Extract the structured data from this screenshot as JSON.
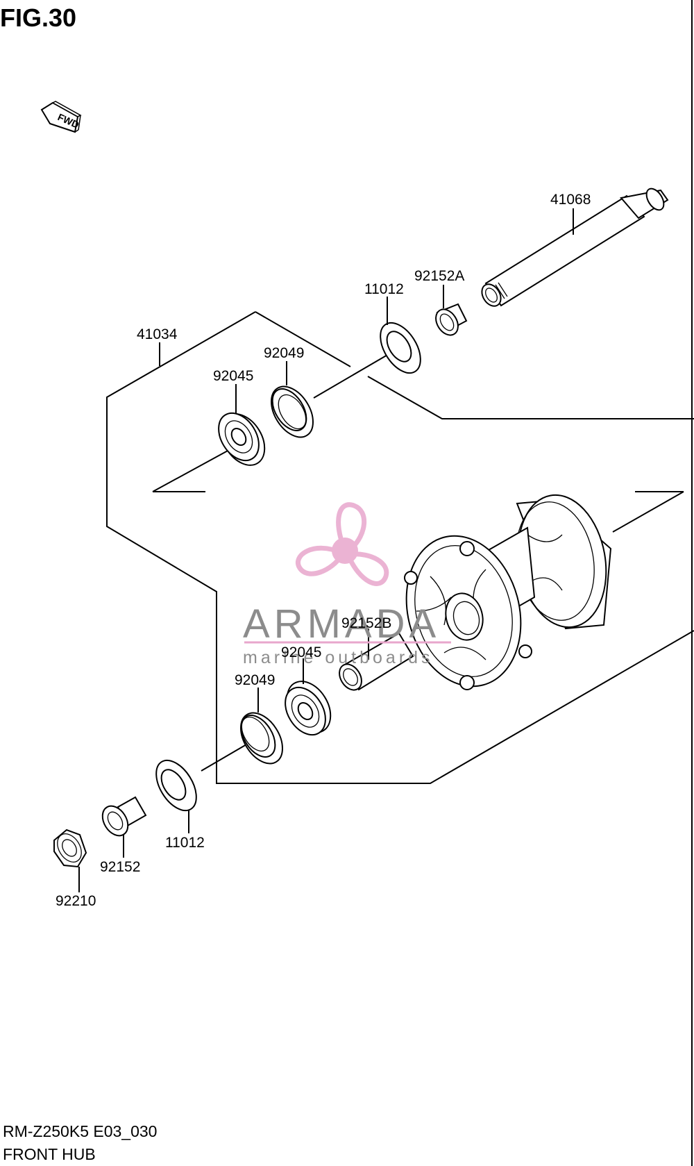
{
  "figure": {
    "title": "FIG.30",
    "fwd_label": "FWD"
  },
  "parts": {
    "p41068": "41068",
    "p92152A": "92152A",
    "p11012_top": "11012",
    "p41034": "41034",
    "p92049_top": "92049",
    "p92045_top": "92045",
    "p92152B": "92152B",
    "p92045_bottom": "92045",
    "p92049_bottom": "92049",
    "p11012_bottom": "11012",
    "p92152": "92152",
    "p92210": "92210"
  },
  "watermark": {
    "brand": "ARMADA",
    "tagline": "marine outboards",
    "colors": {
      "logo": "#e8a6cc",
      "text": "#8c8c8c"
    }
  },
  "footer": {
    "model_code": "RM-Z250K5 E03_030",
    "section_name": "FRONT HUB"
  }
}
